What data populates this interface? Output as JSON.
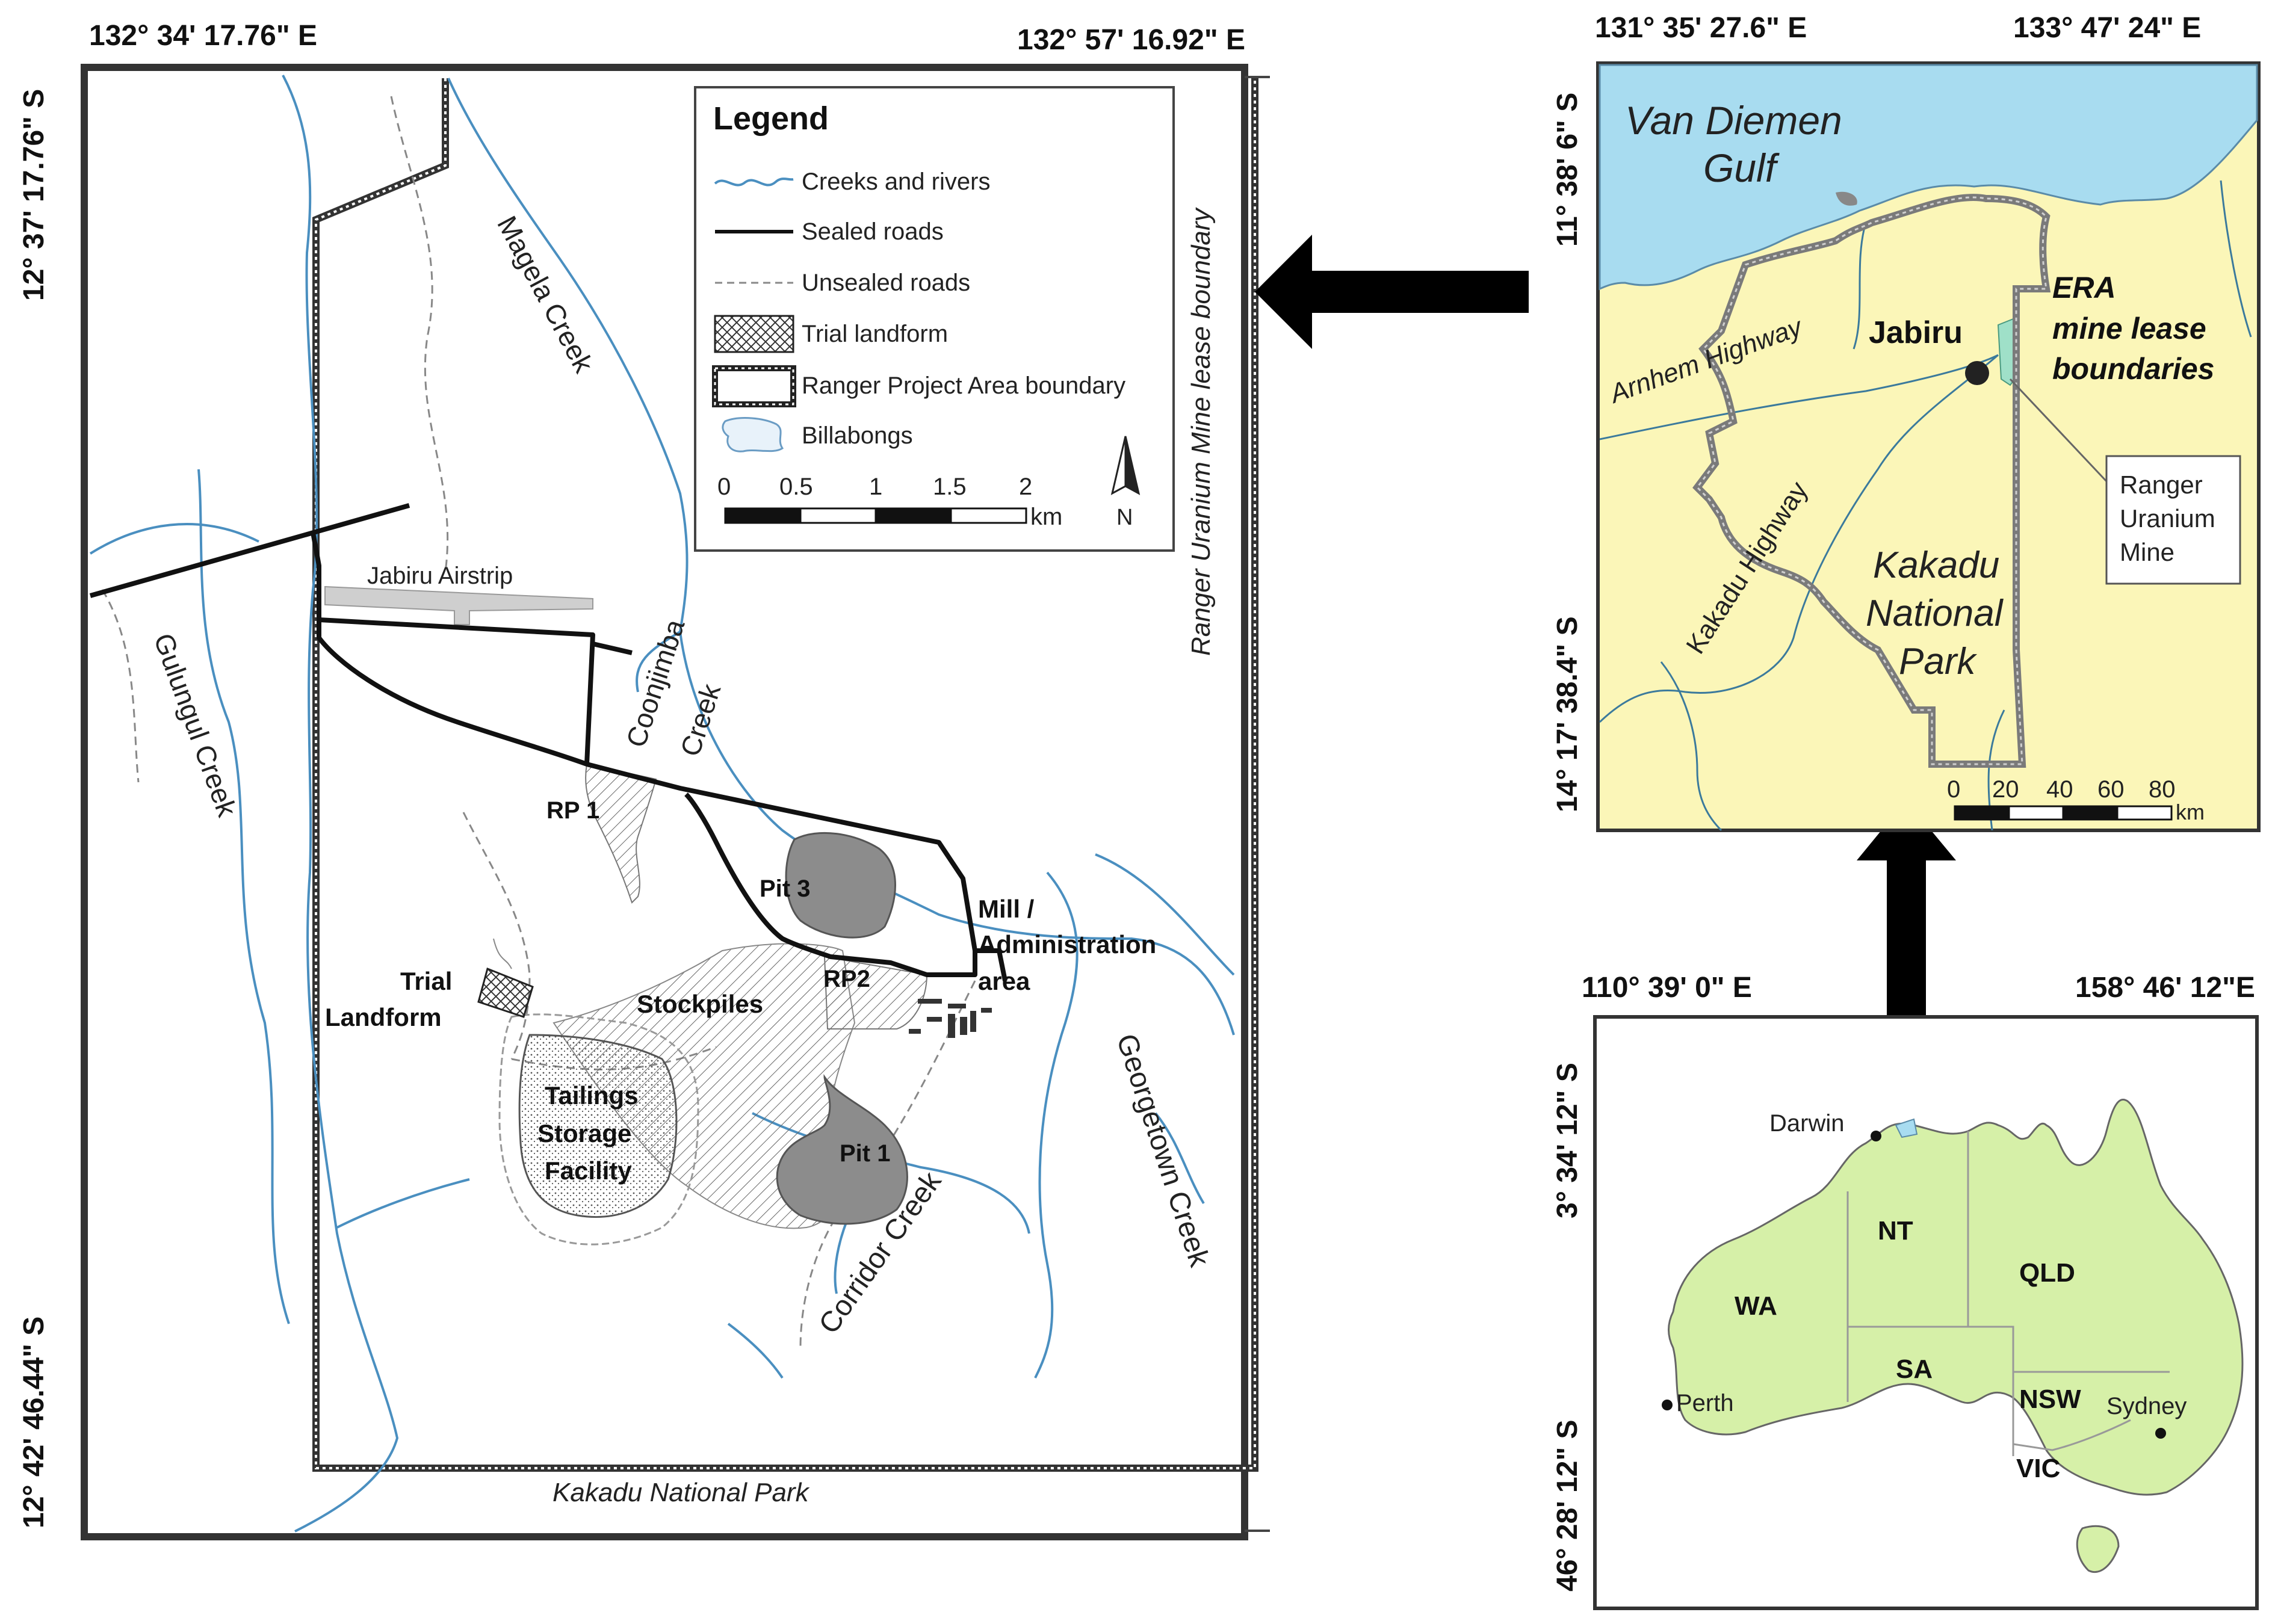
{
  "main_map": {
    "coords": {
      "top_left": "132° 34' 17.76\" E",
      "top_right": "132° 57' 16.92\" E",
      "left_top": "12° 37' 17.76\" S",
      "left_bottom": "12° 42' 46.44\" S"
    },
    "labels": {
      "magela": "Magela Creek",
      "gulungul": "Gulungul Creek",
      "coonjimba_1": "Coonjimba",
      "coonjimba_2": "Creek",
      "airstrip": "Jabiru Airstrip",
      "rp1": "RP 1",
      "rp2": "RP2",
      "pit3": "Pit 3",
      "pit1": "Pit 1",
      "mill_1": "Mill /",
      "mill_2": "Administration",
      "mill_3": "area",
      "trial_1": "Trial",
      "trial_2": "Landform",
      "stockpiles": "Stockpiles",
      "tailings_1": "Tailings",
      "tailings_2": "Storage",
      "tailings_3": "Facility",
      "corridor": "Corridor Creek",
      "georgetown": "Georgetown Creek",
      "ranger_boundary": "Ranger Uranium Mine  lease boundary",
      "kakadu_bottom": "Kakadu National Park"
    },
    "legend": {
      "title": "Legend",
      "items": [
        {
          "label": "Creeks and rivers",
          "symbol": "creek"
        },
        {
          "label": "Sealed roads",
          "symbol": "sealed-road"
        },
        {
          "label": "Unsealed roads",
          "symbol": "unsealed-road"
        },
        {
          "label": "Trial landform",
          "symbol": "crosshatch"
        },
        {
          "label": "Ranger Project Area boundary",
          "symbol": "boundary"
        },
        {
          "label": "Billabongs",
          "symbol": "billabong"
        }
      ],
      "scale_ticks": [
        "0",
        "0.5",
        "1",
        "1.5",
        "2"
      ],
      "scale_unit": "km",
      "north": "N"
    }
  },
  "region_map": {
    "coords": {
      "top_left": "131° 35' 27.6\" E",
      "top_right": "133° 47' 24\" E",
      "left_top": "11° 38' 6\" S",
      "left_bottom": "14° 17' 38.4\" S"
    },
    "labels": {
      "gulf_1": "Van Diemen",
      "gulf_2": "Gulf",
      "jabiru": "Jabiru",
      "era_1": "ERA",
      "era_2": "mine lease",
      "era_3": "boundaries",
      "arnhem": "Arnhem Highway",
      "kakadu_hwy": "Kakadu Highway",
      "kakadu_1": "Kakadu",
      "kakadu_2": "National",
      "kakadu_3": "Park",
      "ranger_1": "Ranger",
      "ranger_2": "Uranium",
      "ranger_3": "Mine"
    },
    "scale_ticks": [
      "0",
      "20",
      "40",
      "60",
      "80"
    ],
    "scale_unit": "km"
  },
  "australia_map": {
    "coords": {
      "top_left": "110° 39' 0\" E",
      "top_right": "158° 46' 12\"E",
      "left_top": "3° 34' 12\" S",
      "left_bottom": "46° 28' 12\" S"
    },
    "labels": {
      "darwin": "Darwin",
      "nt": "NT",
      "qld": "QLD",
      "wa": "WA",
      "sa": "SA",
      "nsw": "NSW",
      "vic": "VIC",
      "perth": "Perth",
      "sydney": "Sydney"
    }
  },
  "colors": {
    "creek": "#4a8fc0",
    "water": "#a8dcf0",
    "land_region": "#fbf6b8",
    "land_aus": "#d6f0a8",
    "road": "#111111",
    "pit": "#8c8c8c"
  }
}
